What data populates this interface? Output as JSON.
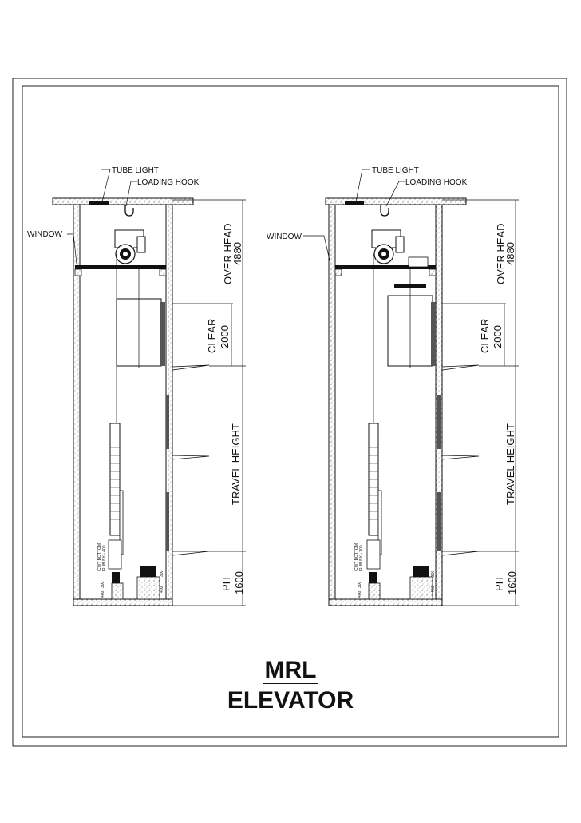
{
  "title": {
    "line1": "MRL",
    "line2": "ELEVATOR"
  },
  "left_drawing": {
    "tube_light": "TUBE LIGHT",
    "loading_hook": "LOADING HOOK",
    "window": "WINDOW",
    "overhead_label": "OVER HEAD",
    "overhead_value": "4880",
    "clear_label": "CLEAR",
    "clear_value": "2000",
    "travel_label": "TRAVEL HEIGHT",
    "pit_label": "PIT",
    "pit_value": "1600",
    "cwt_line1": "CWT BOTTOM",
    "cwt_line2": "RUN BY - 400",
    "buffer_a": "300",
    "buffer_b": "400",
    "buffer_c": "300",
    "buffer_d": "400"
  },
  "right_drawing": {
    "tube_light": "TUBE LIGHT",
    "loading_hook": "LOADING HOOK",
    "window": "WINDOW",
    "overhead_label": "OVER HEAD",
    "overhead_value": "4880",
    "clear_label": "CLEAR",
    "clear_value": "2000",
    "travel_label": "TRAVEL HEIGHT",
    "pit_label": "PIT",
    "pit_value": "1600",
    "cwt_line1": "CWT BOTTOM",
    "cwt_line2": "RUN BY - 300",
    "buffer_a": "300",
    "buffer_b": "400",
    "buffer_c": "300",
    "buffer_d": "400"
  }
}
